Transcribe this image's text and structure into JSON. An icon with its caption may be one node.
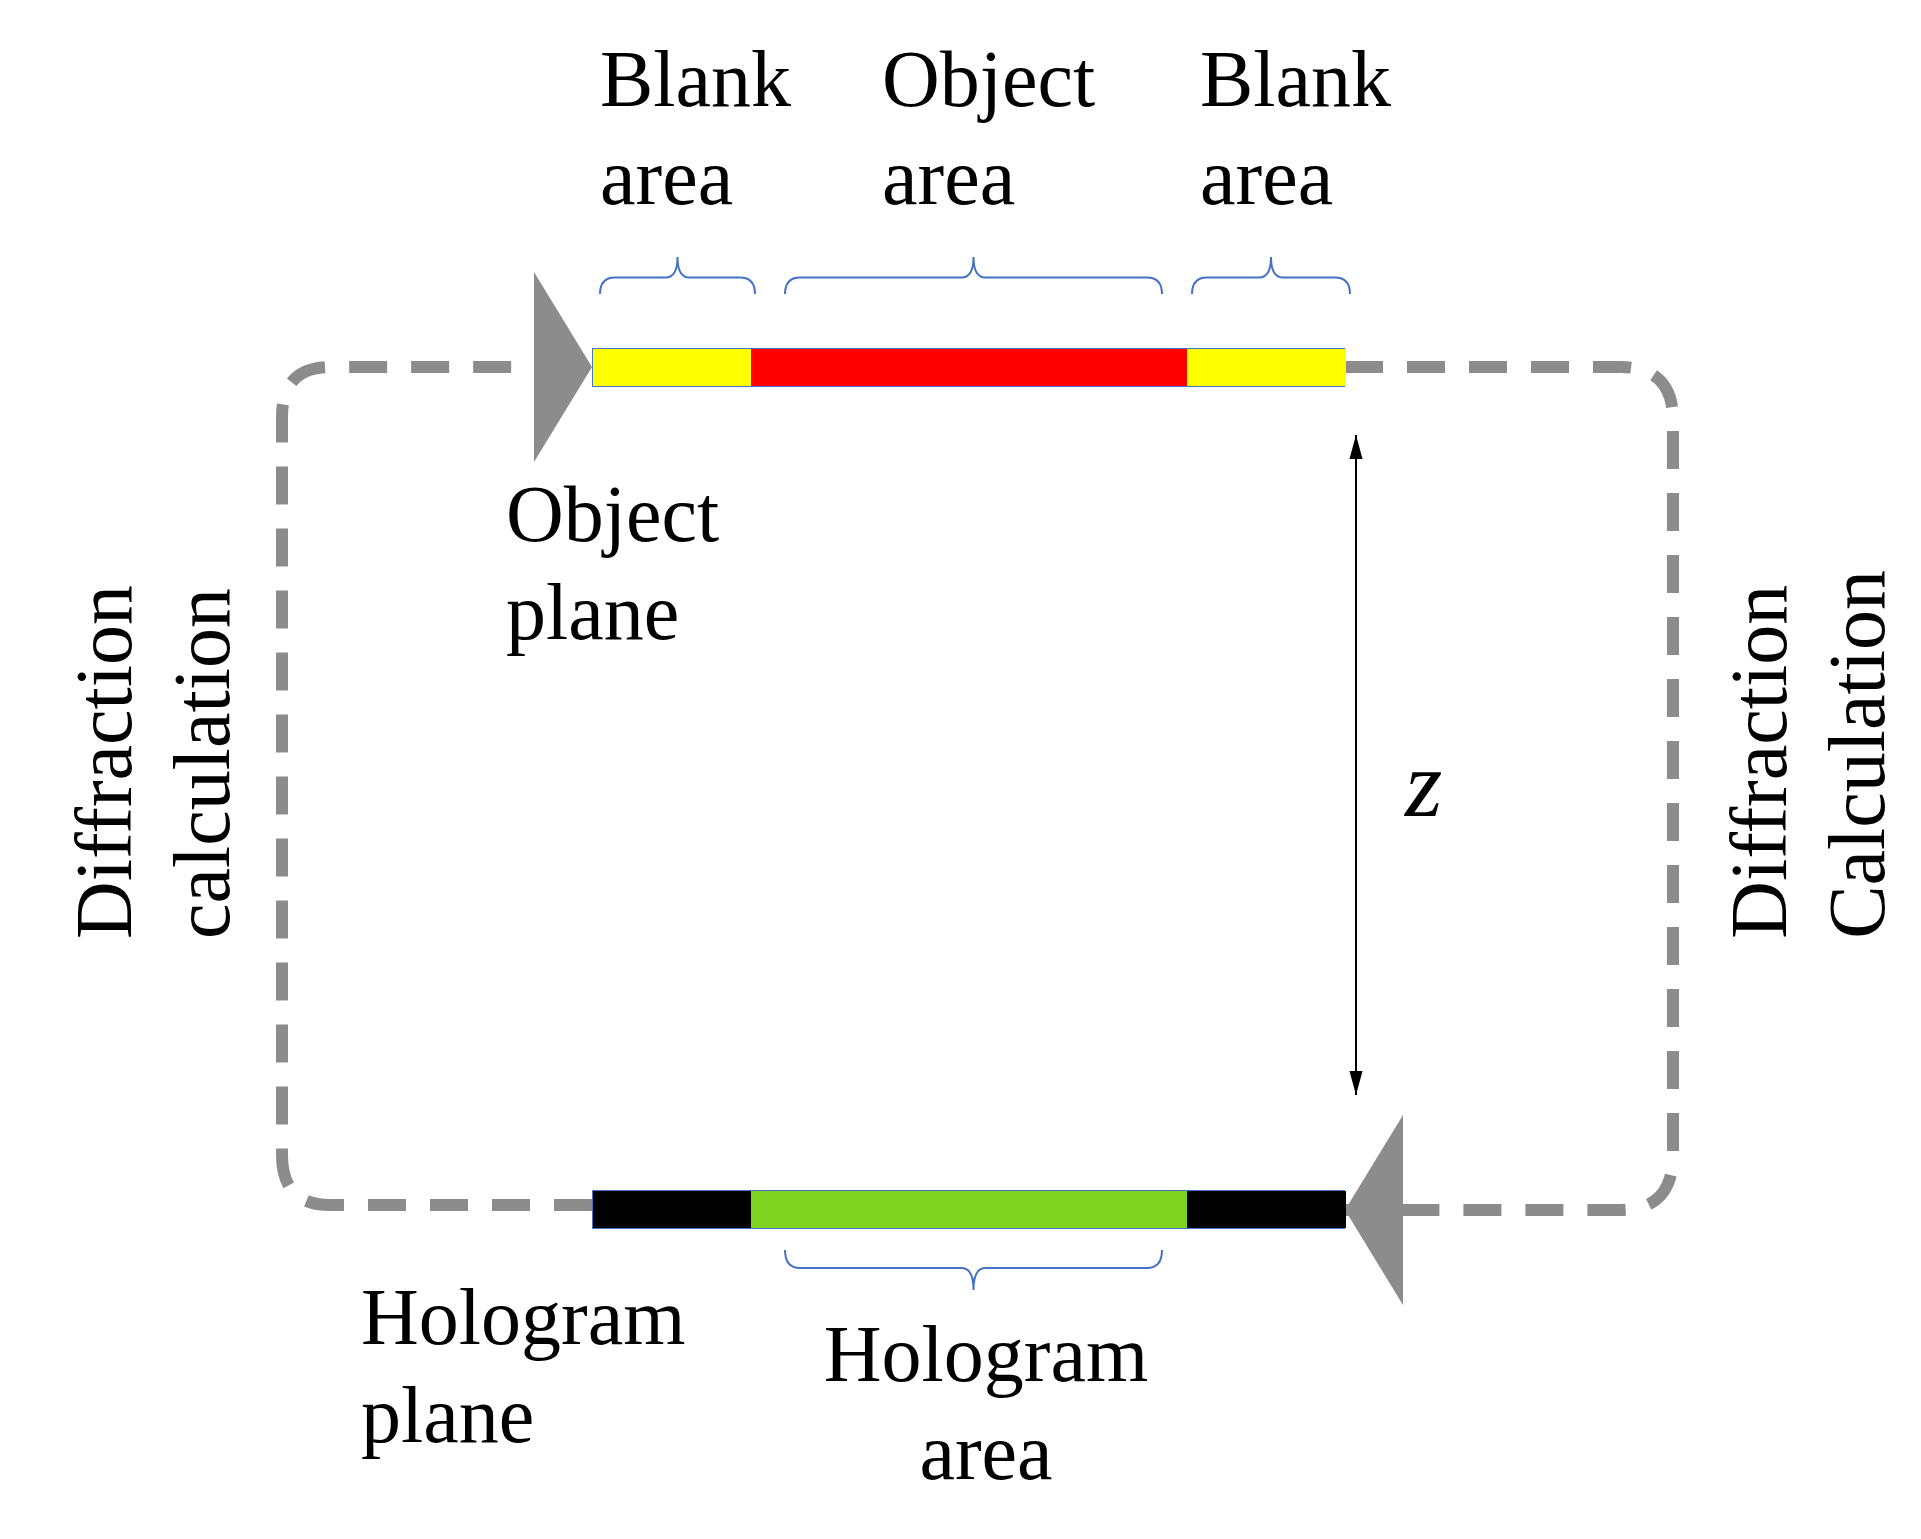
{
  "diagram": {
    "nodes": [
      {
        "text": [],
        "shape": "bar",
        "beside": [
          "Object plane"
        ]
      },
      {
        "text": [],
        "shape": "bar",
        "in": 0,
        "beside": [
          "Blank area"
        ]
      },
      {
        "text": [],
        "shape": "bar",
        "in": 0,
        "beside": [
          "Object area"
        ]
      },
      {
        "text": [],
        "shape": "bar",
        "in": 0,
        "beside": [
          "Blank area"
        ]
      },
      {
        "text": [],
        "shape": "bar",
        "beside": [
          "Hologram plane"
        ]
      },
      {
        "text": [],
        "shape": "bar",
        "in": 4
      },
      {
        "text": [],
        "shape": "bar",
        "in": 4,
        "beside": [
          "Hologram area"
        ]
      },
      {
        "text": [],
        "shape": "bar",
        "in": 4
      }
    ],
    "edges": [
      {
        "from": 4,
        "to": 0,
        "arrow": "to",
        "style": "dashed",
        "label": "Diffraction calculation"
      },
      {
        "from": 0,
        "to": 4,
        "arrow": "to",
        "style": "dashed",
        "label": "Diffraction Calculation"
      }
    ],
    "labels": [
      "z"
    ]
  }
}
